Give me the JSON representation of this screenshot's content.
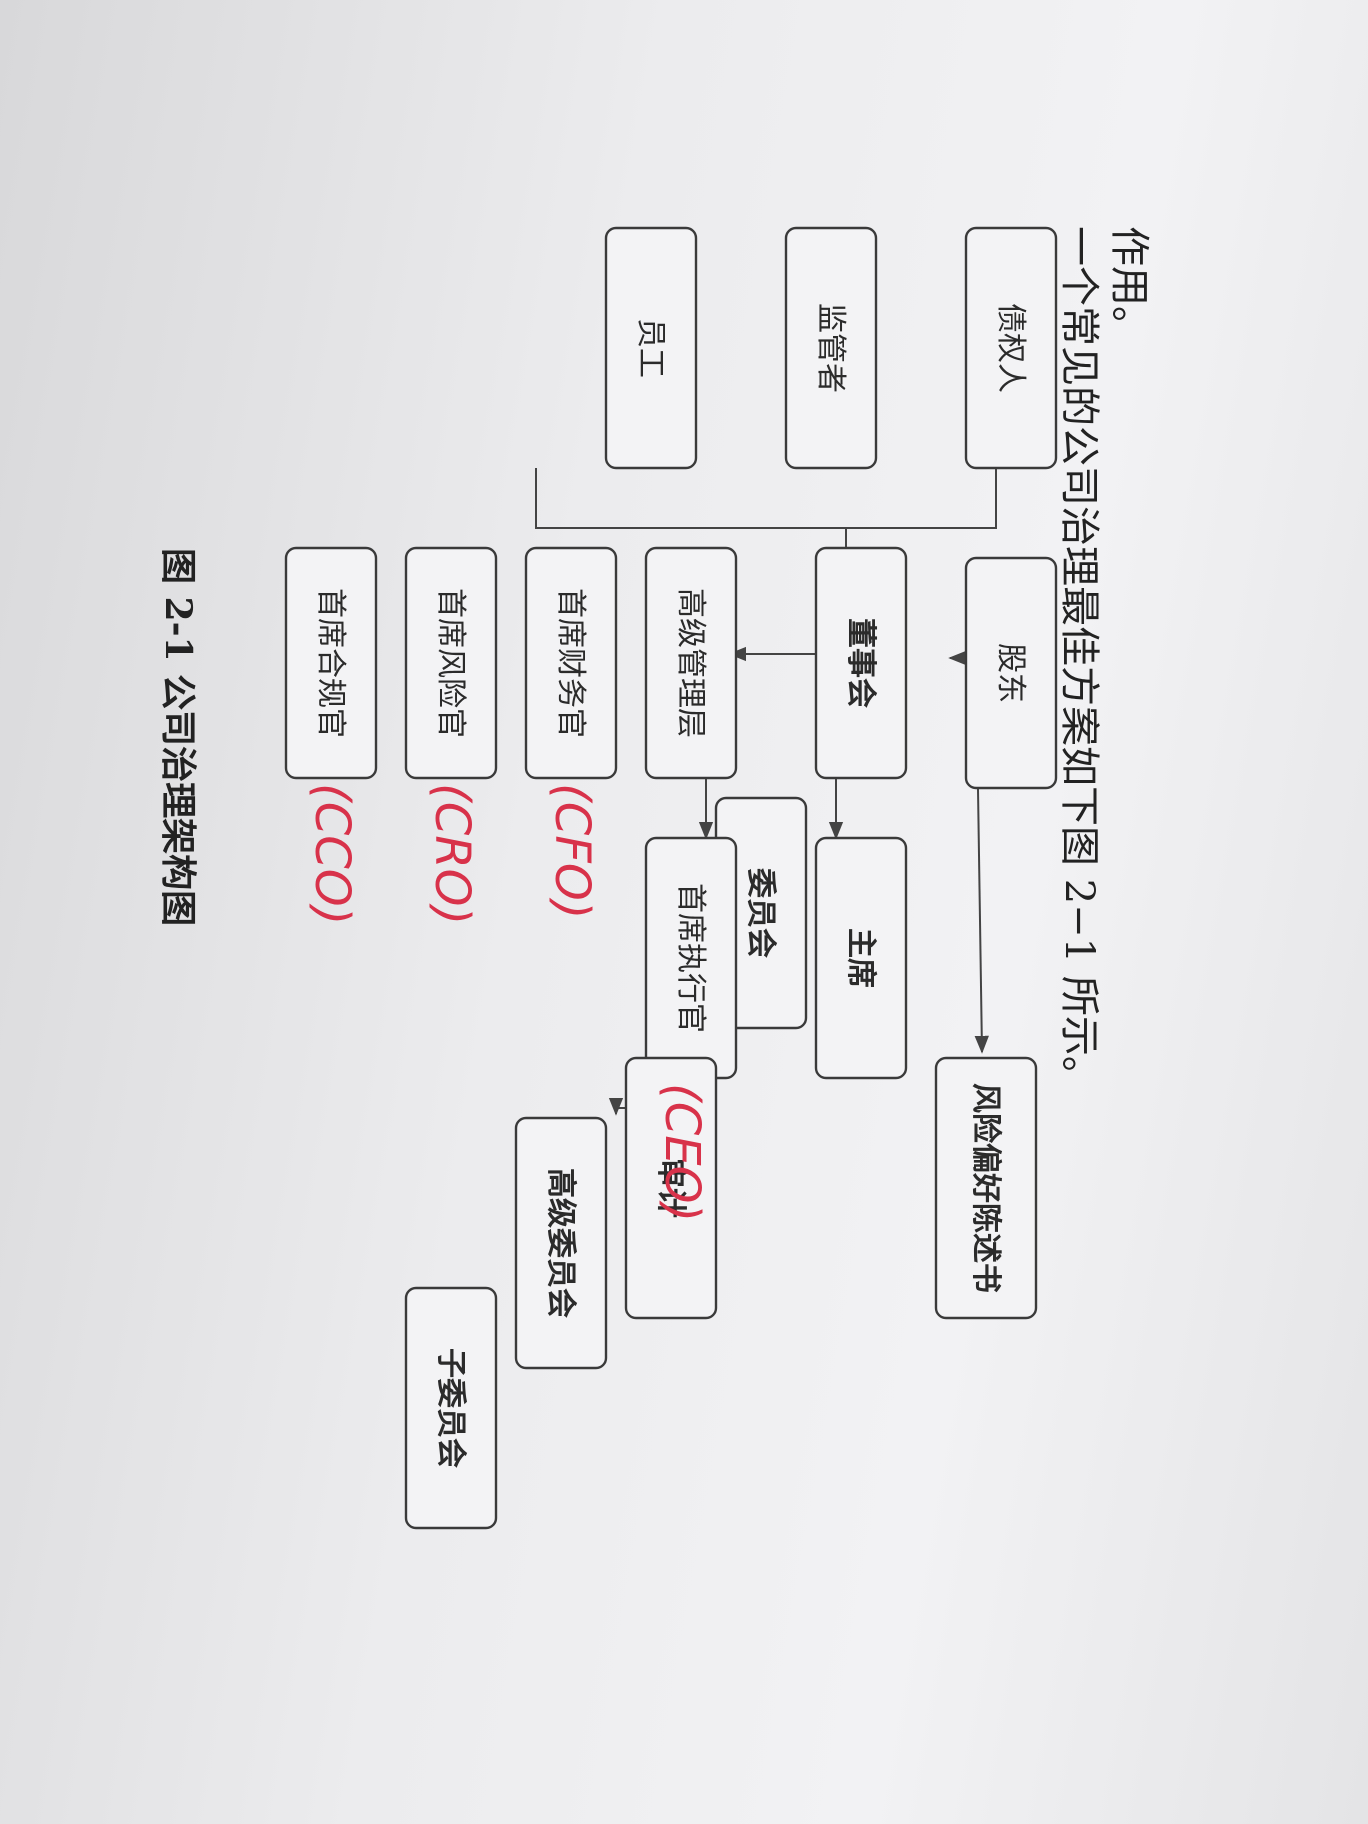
{
  "intro_text": "一个常见的公司治理最佳方案如下图 2−1 所示。",
  "top_fragment": "作用。",
  "caption": "图 2-1    公司治理架构图",
  "nodes": {
    "creditor": "债权人",
    "regulator": "监管者",
    "employee": "员工",
    "shareholder": "股东",
    "board": "董事会",
    "senior_mgmt": "高级管理层",
    "cfo": "首席财务官",
    "cro": "首席风险官",
    "cco": "首席合规官",
    "committee": "委员会",
    "chairman": "主席",
    "ceo": "首席执行官",
    "risk_statement": "风险偏好陈述书",
    "audit": "审计",
    "senior_committee": "高级委员会",
    "sub_committee": "子委员会"
  },
  "annotations": {
    "cfo": "(CFO)",
    "cro": "(CRO)",
    "cco": "(CCO)",
    "ceo": "(CEO)"
  }
}
